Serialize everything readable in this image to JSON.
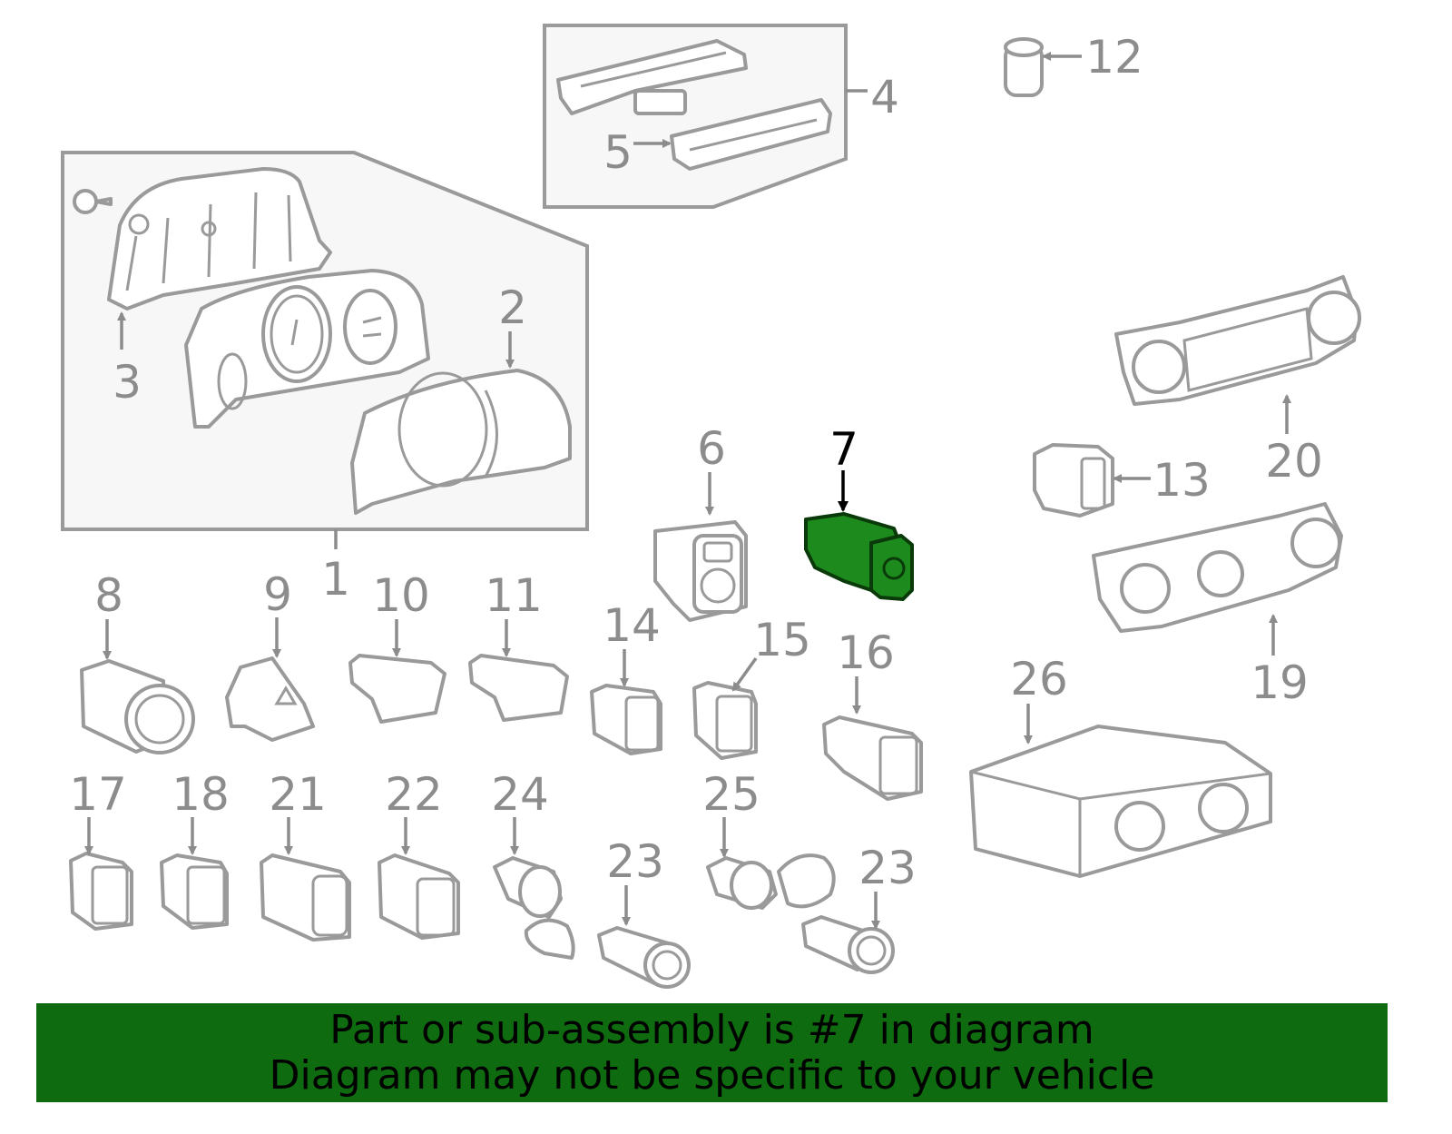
{
  "callouts": [
    {
      "id": "1",
      "text": "1"
    },
    {
      "id": "2",
      "text": "2"
    },
    {
      "id": "3",
      "text": "3"
    },
    {
      "id": "4",
      "text": "4"
    },
    {
      "id": "5",
      "text": "5"
    },
    {
      "id": "6",
      "text": "6"
    },
    {
      "id": "7",
      "text": "7",
      "highlighted": true
    },
    {
      "id": "8",
      "text": "8"
    },
    {
      "id": "9",
      "text": "9"
    },
    {
      "id": "10",
      "text": "10"
    },
    {
      "id": "11",
      "text": "11"
    },
    {
      "id": "12",
      "text": "12"
    },
    {
      "id": "13",
      "text": "13"
    },
    {
      "id": "14",
      "text": "14"
    },
    {
      "id": "15",
      "text": "15"
    },
    {
      "id": "16",
      "text": "16"
    },
    {
      "id": "17",
      "text": "17"
    },
    {
      "id": "18",
      "text": "18"
    },
    {
      "id": "19",
      "text": "19"
    },
    {
      "id": "20",
      "text": "20"
    },
    {
      "id": "21",
      "text": "21"
    },
    {
      "id": "22",
      "text": "22"
    },
    {
      "id": "23a",
      "text": "23"
    },
    {
      "id": "23b",
      "text": "23"
    },
    {
      "id": "24",
      "text": "24"
    },
    {
      "id": "25",
      "text": "25"
    },
    {
      "id": "26",
      "text": "26"
    }
  ],
  "banner": {
    "line1": "Part or sub-assembly is #7 in diagram",
    "line2": "Diagram may not be specific to your vehicle"
  },
  "colors": {
    "banner_bg": "#0f6b0f",
    "highlight_part": "#1d8a1d",
    "line_art": "#9a9a9a",
    "callout_text": "#8c8c8c"
  }
}
